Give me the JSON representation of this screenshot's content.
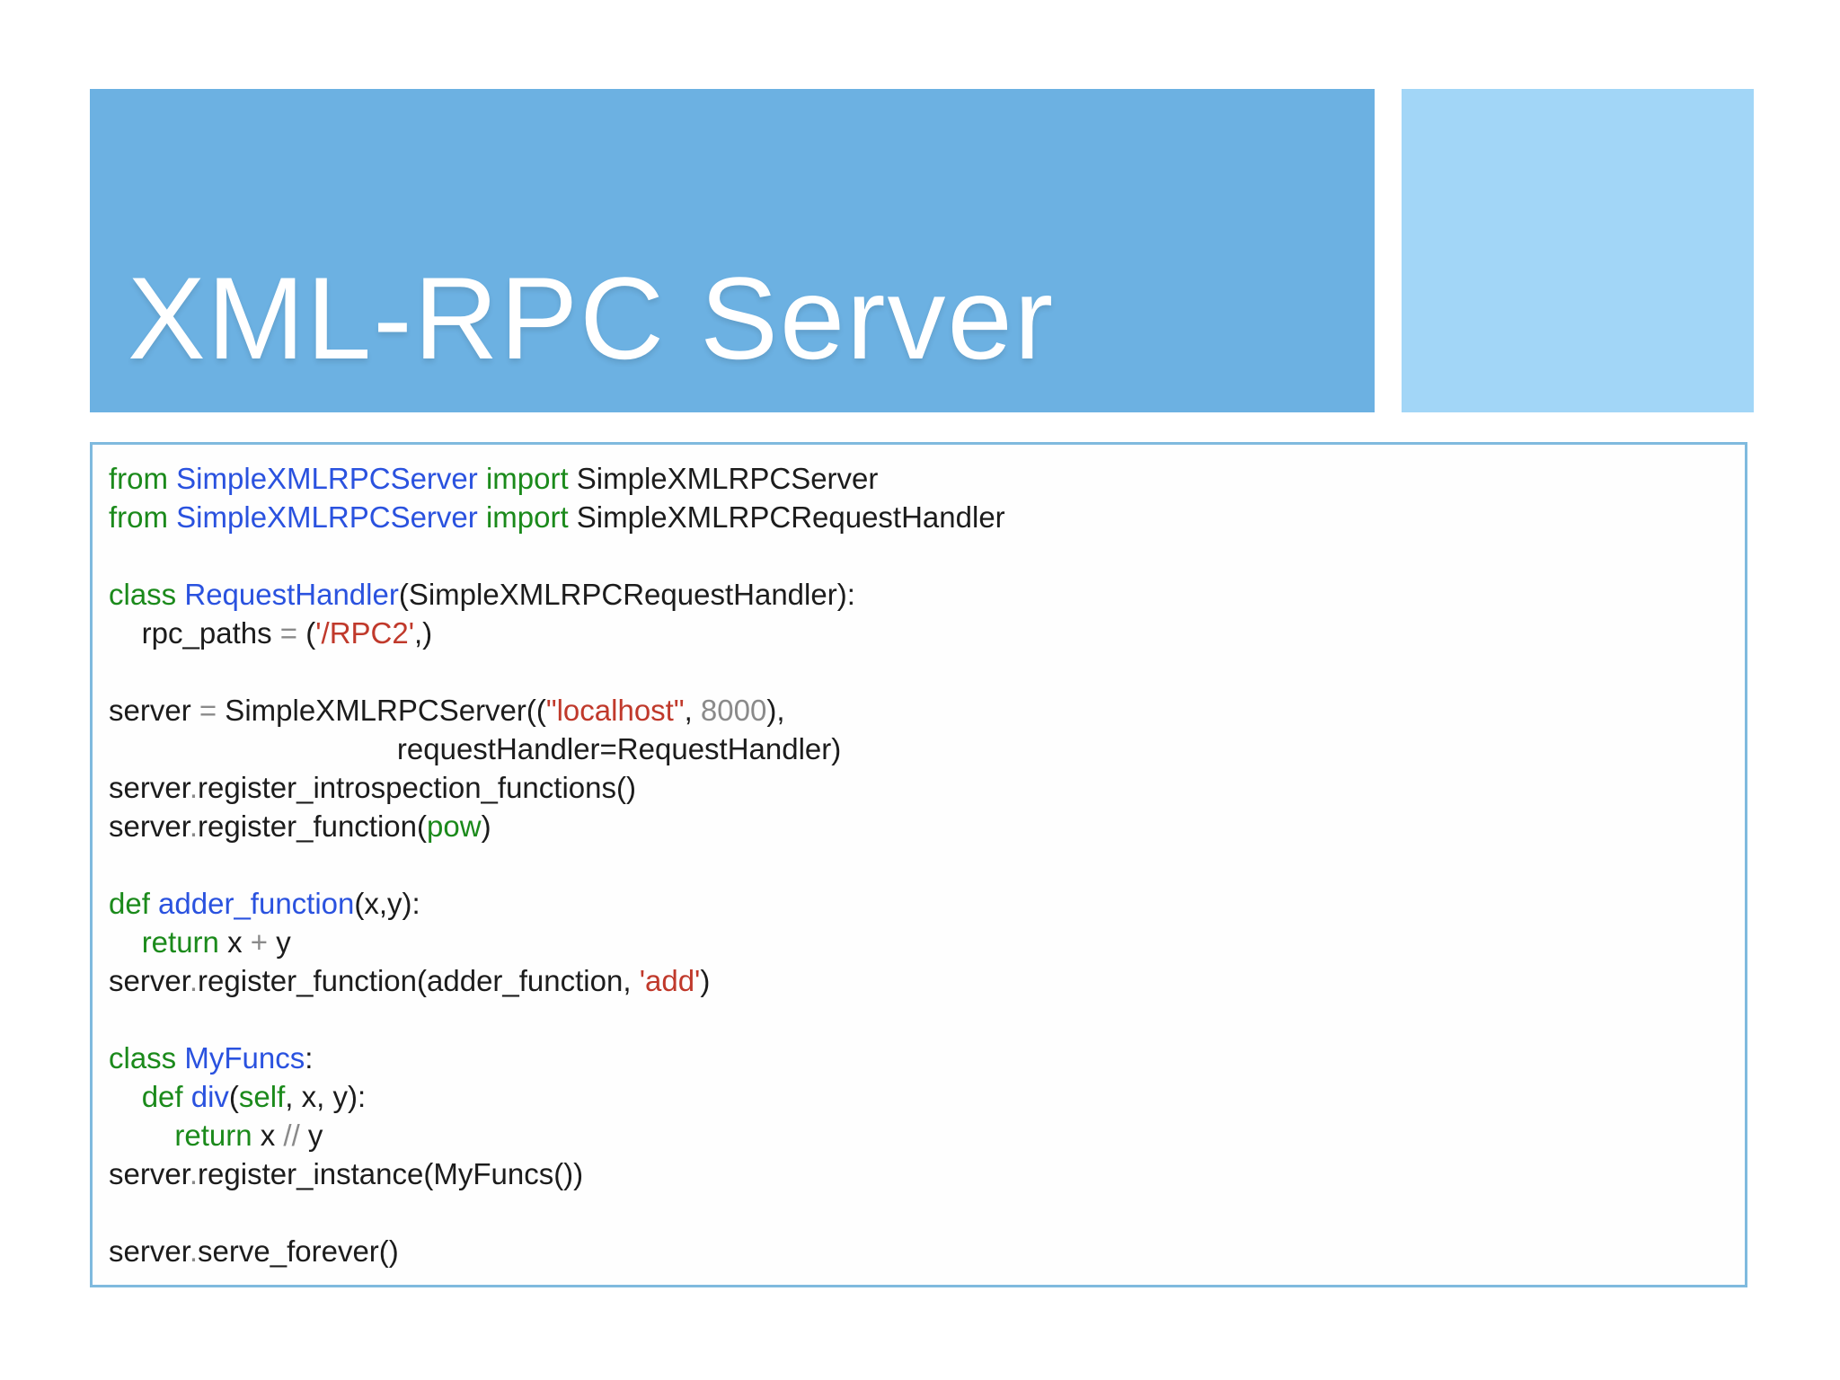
{
  "slide": {
    "title": "XML-RPC Server",
    "colors": {
      "banner": "#6cb1e2",
      "accent_square": "#a2d6f7",
      "code_border": "#7fbade",
      "title_white": "#ffffff",
      "keyword_green": "#1b8a1b",
      "identifier_blue": "#2a52df",
      "string_red": "#c0392b",
      "number_gray": "#8a8a8a",
      "code_black": "#1c1c1c"
    }
  },
  "code": {
    "lines": [
      [
        [
          "k",
          "from"
        ],
        [
          "d",
          " "
        ],
        [
          "b",
          "SimpleXMLRPCServer"
        ],
        [
          "d",
          " "
        ],
        [
          "k",
          "import"
        ],
        [
          "d",
          " SimpleXMLRPCServer"
        ]
      ],
      [
        [
          "k",
          "from"
        ],
        [
          "d",
          " "
        ],
        [
          "b",
          "SimpleXMLRPCServer"
        ],
        [
          "d",
          " "
        ],
        [
          "k",
          "import"
        ],
        [
          "d",
          " SimpleXMLRPCRequestHandler"
        ]
      ],
      [],
      [
        [
          "k",
          "class"
        ],
        [
          "d",
          " "
        ],
        [
          "b",
          "RequestHandler"
        ],
        [
          "d",
          "(SimpleXMLRPCRequestHandler):"
        ]
      ],
      [
        [
          "d",
          "    rpc_paths "
        ],
        [
          "g",
          "="
        ],
        [
          "d",
          " ("
        ],
        [
          "r",
          "'/RPC2'"
        ],
        [
          "d",
          ",)"
        ]
      ],
      [],
      [
        [
          "d",
          "server "
        ],
        [
          "g",
          "="
        ],
        [
          "d",
          " SimpleXMLRPCServer(("
        ],
        [
          "r",
          "\"localhost\""
        ],
        [
          "d",
          ", "
        ],
        [
          "g",
          "8000"
        ],
        [
          "d",
          "),"
        ]
      ],
      [
        [
          "d",
          "                                   requestHandler=RequestHandler)"
        ]
      ],
      [
        [
          "d",
          "server"
        ],
        [
          "g",
          "."
        ],
        [
          "d",
          "register_introspection_functions()"
        ]
      ],
      [
        [
          "d",
          "server"
        ],
        [
          "g",
          "."
        ],
        [
          "d",
          "register_function("
        ],
        [
          "k",
          "pow"
        ],
        [
          "d",
          ")"
        ]
      ],
      [],
      [
        [
          "k",
          "def"
        ],
        [
          "d",
          " "
        ],
        [
          "b",
          "adder_function"
        ],
        [
          "d",
          "(x,y):"
        ]
      ],
      [
        [
          "d",
          "    "
        ],
        [
          "k",
          "return"
        ],
        [
          "d",
          " x "
        ],
        [
          "g",
          "+"
        ],
        [
          "d",
          " y"
        ]
      ],
      [
        [
          "d",
          "server"
        ],
        [
          "g",
          "."
        ],
        [
          "d",
          "register_function(adder_function, "
        ],
        [
          "r",
          "'add'"
        ],
        [
          "d",
          ")"
        ]
      ],
      [],
      [
        [
          "k",
          "class"
        ],
        [
          "d",
          " "
        ],
        [
          "b",
          "MyFuncs"
        ],
        [
          "d",
          ":"
        ]
      ],
      [
        [
          "d",
          "    "
        ],
        [
          "k",
          "def"
        ],
        [
          "d",
          " "
        ],
        [
          "b",
          "div"
        ],
        [
          "d",
          "("
        ],
        [
          "k",
          "self"
        ],
        [
          "d",
          ", x, y):"
        ]
      ],
      [
        [
          "d",
          "        "
        ],
        [
          "k",
          "return"
        ],
        [
          "d",
          " x "
        ],
        [
          "g",
          "//"
        ],
        [
          "d",
          " y"
        ]
      ],
      [
        [
          "d",
          "server"
        ],
        [
          "g",
          "."
        ],
        [
          "d",
          "register_instance(MyFuncs())"
        ]
      ],
      [],
      [
        [
          "d",
          "server"
        ],
        [
          "g",
          "."
        ],
        [
          "d",
          "serve_forever()"
        ]
      ]
    ]
  }
}
